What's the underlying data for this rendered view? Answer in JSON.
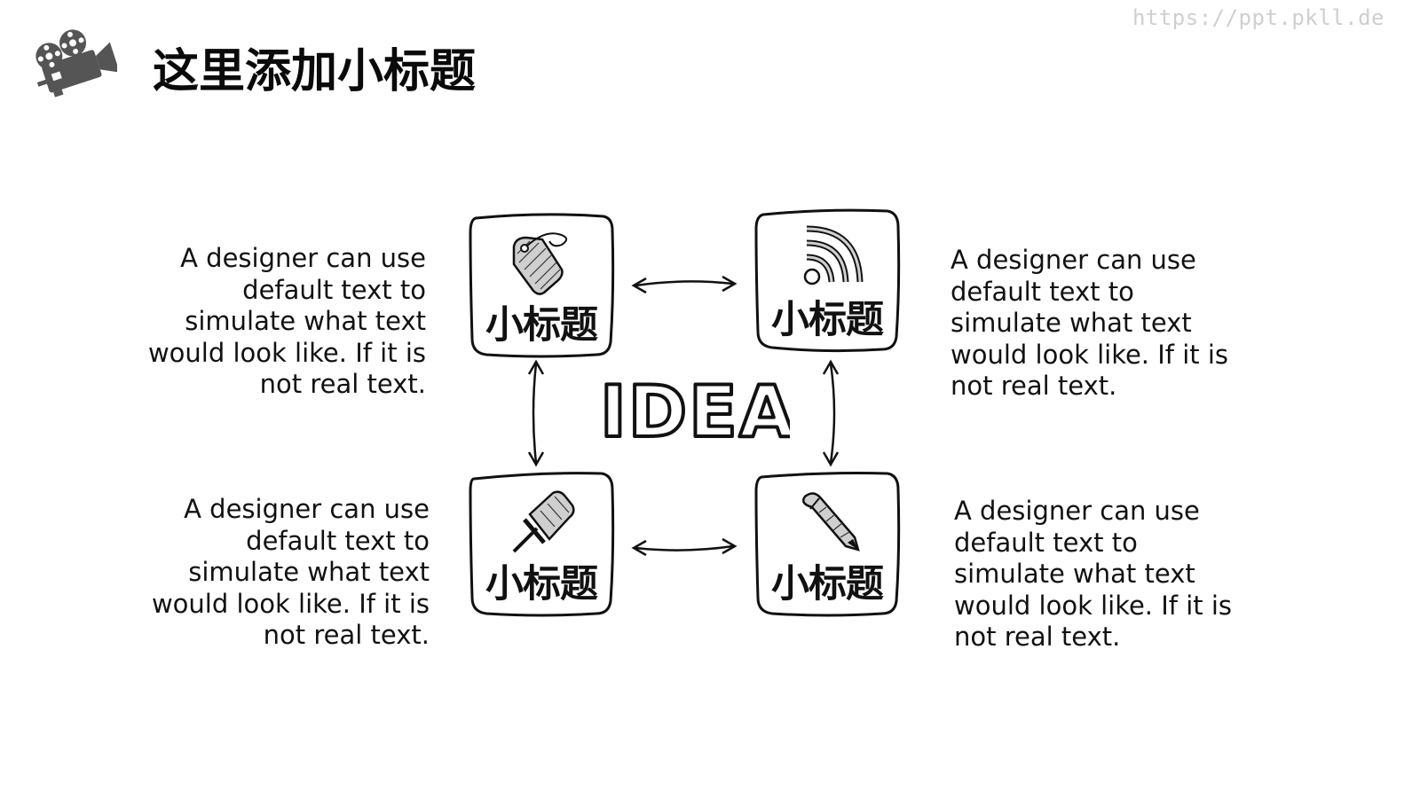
{
  "watermark": "https://ppt.pkll.de",
  "title": "这里添加小标题",
  "center_label": "IDEA",
  "boxes": [
    {
      "label": "小标题",
      "icon": "tag-icon"
    },
    {
      "label": "小标题",
      "icon": "rss-icon"
    },
    {
      "label": "小标题",
      "icon": "pushpin-icon"
    },
    {
      "label": "小标题",
      "icon": "pencil-icon"
    }
  ],
  "descriptions": [
    {
      "text": "A designer can use default text to simulate what text would look like. If it is not real text."
    },
    {
      "text": "A designer can use default text to simulate what text would look like. If it is not real text."
    },
    {
      "text": "A designer can use default text to simulate what text would look like. If it is not real text."
    },
    {
      "text": "A designer can use default text to simulate what text would look like. If it is not real text."
    }
  ],
  "colors": {
    "ink": "#111111",
    "watermark": "#cfcfcf",
    "logo": "#555555"
  }
}
